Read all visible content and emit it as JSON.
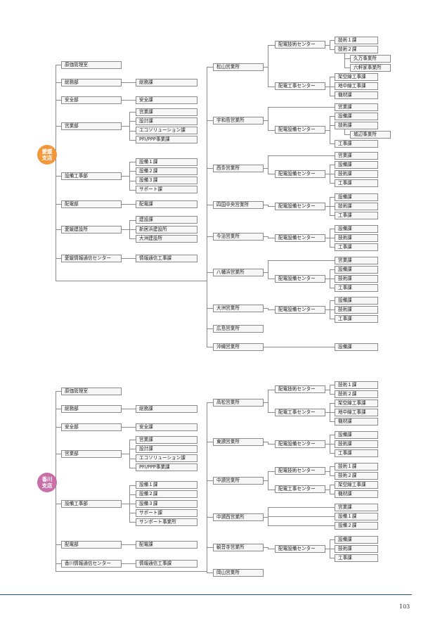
{
  "page_number": "103",
  "colors": {
    "ehime": "#f2983b",
    "kagawa": "#c86fa8",
    "line": "#8a8a8a",
    "footer_rule": "#1f4e79"
  },
  "ehime": {
    "badge": "愛媛\n支店",
    "departments": [
      {
        "name": "原価管理室",
        "sections": []
      },
      {
        "name": "総務部",
        "sections": [
          "総務課"
        ]
      },
      {
        "name": "安全部",
        "sections": [
          "安全課"
        ]
      },
      {
        "name": "営業部",
        "sections": [
          "営業課",
          "設計課",
          "エコソリューション課",
          "PFI/PPP事業課"
        ]
      },
      {
        "name": "設備工事部",
        "sections": [
          "設備１課",
          "設備２課",
          "設備３課",
          "サポート課"
        ]
      },
      {
        "name": "配電部",
        "sections": [
          "配電課"
        ]
      },
      {
        "name": "愛媛建設所",
        "sections": [
          "建設課",
          "新居浜建設所",
          "大洲建設所"
        ]
      },
      {
        "name": "愛媛情報通信センター",
        "sections": [
          "情報通信工事課"
        ]
      }
    ],
    "offices": [
      {
        "name": "松山営業所",
        "direct": [],
        "centers": [
          {
            "name": "配電技術センター",
            "units": [
              {
                "name": "技術１課",
                "subs": []
              },
              {
                "name": "技術２課",
                "subs": [
                  "久万事業所",
                  "六軒家事業所"
                ]
              }
            ]
          },
          {
            "name": "配電工事センター",
            "units": [
              {
                "name": "架空線工事課",
                "subs": []
              },
              {
                "name": "地中線工事課",
                "subs": []
              },
              {
                "name": "機材課",
                "subs": []
              }
            ]
          }
        ]
      },
      {
        "name": "宇和島営業所",
        "direct": [
          "営業課"
        ],
        "centers": [
          {
            "name": "配電設備センター",
            "units": [
              {
                "name": "設備課",
                "subs": []
              },
              {
                "name": "技術課",
                "subs": [
                  "城辺事業所"
                ]
              },
              {
                "name": "工事課",
                "subs": []
              }
            ]
          }
        ]
      },
      {
        "name": "西条営業所",
        "direct": [
          "営業課"
        ],
        "centers": [
          {
            "name": "配電設備センター",
            "units": [
              {
                "name": "設備課",
                "subs": []
              },
              {
                "name": "技術課",
                "subs": []
              },
              {
                "name": "工事課",
                "subs": []
              }
            ]
          }
        ]
      },
      {
        "name": "四国中央営業所",
        "direct": [],
        "centers": [
          {
            "name": "配電設備センター",
            "units": [
              {
                "name": "設備課",
                "subs": []
              },
              {
                "name": "技術課",
                "subs": []
              },
              {
                "name": "工事課",
                "subs": []
              }
            ]
          }
        ]
      },
      {
        "name": "今治営業所",
        "direct": [],
        "centers": [
          {
            "name": "配電設備センター",
            "units": [
              {
                "name": "設備課",
                "subs": []
              },
              {
                "name": "技術課",
                "subs": []
              },
              {
                "name": "工事課",
                "subs": []
              }
            ]
          }
        ]
      },
      {
        "name": "八幡浜営業所",
        "direct": [
          "営業課"
        ],
        "centers": [
          {
            "name": "配電設備センター",
            "units": [
              {
                "name": "設備課",
                "subs": []
              },
              {
                "name": "技術課",
                "subs": []
              },
              {
                "name": "工事課",
                "subs": []
              }
            ]
          }
        ]
      },
      {
        "name": "大洲営業所",
        "direct": [],
        "centers": [
          {
            "name": "配電設備センター",
            "units": [
              {
                "name": "設備課",
                "subs": []
              },
              {
                "name": "技術課",
                "subs": []
              },
              {
                "name": "工事課",
                "subs": []
              }
            ]
          }
        ]
      },
      {
        "name": "広島営業所",
        "direct": [],
        "centers": []
      },
      {
        "name": "沖縄営業所",
        "direct": [
          "設備課"
        ],
        "centers": []
      }
    ]
  },
  "kagawa": {
    "badge": "香川\n支店",
    "departments": [
      {
        "name": "原価管理室",
        "sections": []
      },
      {
        "name": "総務部",
        "sections": [
          "総務課"
        ]
      },
      {
        "name": "安全部",
        "sections": [
          "安全課"
        ]
      },
      {
        "name": "営業部",
        "sections": [
          "営業課",
          "設計課",
          "エコソリューション課",
          "PFI/PPP事業課"
        ]
      },
      {
        "name": "設備工事部",
        "sections": [
          "設備１課",
          "設備２課",
          "設備３課",
          "サポート課",
          "サンポート事業所"
        ]
      },
      {
        "name": "配電部",
        "sections": [
          "配電課"
        ]
      },
      {
        "name": "香川情報通信センター",
        "sections": [
          "情報通信工事課"
        ]
      }
    ],
    "offices": [
      {
        "name": "高松営業所",
        "direct": [],
        "centers": [
          {
            "name": "配電技術センター",
            "units": [
              {
                "name": "技術１課",
                "subs": []
              },
              {
                "name": "技術２課",
                "subs": []
              }
            ]
          },
          {
            "name": "配電工事センター",
            "units": [
              {
                "name": "架空線工事課",
                "subs": []
              },
              {
                "name": "地中線工事課",
                "subs": []
              },
              {
                "name": "機材課",
                "subs": []
              }
            ]
          }
        ]
      },
      {
        "name": "東讃営業所",
        "direct": [],
        "centers": [
          {
            "name": "配電設備センター",
            "units": [
              {
                "name": "設備課",
                "subs": []
              },
              {
                "name": "技術課",
                "subs": []
              },
              {
                "name": "工事課",
                "subs": []
              }
            ]
          }
        ]
      },
      {
        "name": "中讃営業所",
        "direct": [],
        "centers": [
          {
            "name": "配電技術センター",
            "units": [
              {
                "name": "技術１課",
                "subs": []
              },
              {
                "name": "技術２課",
                "subs": []
              }
            ]
          },
          {
            "name": "配電工事センター",
            "units": [
              {
                "name": "架空線工事課",
                "subs": []
              },
              {
                "name": "機材課",
                "subs": []
              }
            ]
          }
        ]
      },
      {
        "name": "中讃西営業所",
        "direct": [
          "営業課",
          "設備１課",
          "設備２課"
        ],
        "centers": []
      },
      {
        "name": "観音寺営業所",
        "direct": [],
        "centers": [
          {
            "name": "配電設備センター",
            "units": [
              {
                "name": "設備課",
                "subs": []
              },
              {
                "name": "技術課",
                "subs": []
              },
              {
                "name": "工事課",
                "subs": []
              }
            ]
          }
        ]
      },
      {
        "name": "岡山営業所",
        "direct": [],
        "centers": []
      }
    ]
  }
}
